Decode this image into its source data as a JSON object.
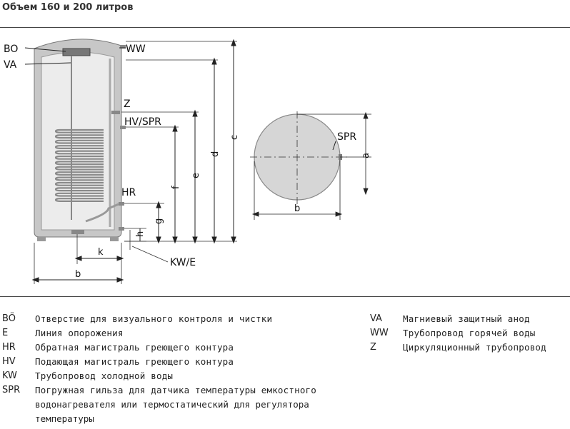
{
  "title": "Объем 160 и 200 литров",
  "labels": {
    "bo": "BO",
    "va": "VA",
    "ww": "WW",
    "z": "Z",
    "hvspr": "HV/SPR",
    "hr": "HR",
    "kwe": "KW/E",
    "spr": "SPR"
  },
  "dims": {
    "a": "a",
    "b_side": "b",
    "b_top": "b",
    "c": "c",
    "d": "d",
    "e": "e",
    "f": "f",
    "g": "g",
    "h": "h",
    "k": "k"
  },
  "legend_left": [
    {
      "code": "BÖ",
      "desc": "Отверстие для визуального контроля и чистки"
    },
    {
      "code": "E",
      "desc": "Линия опорожения"
    },
    {
      "code": "HR",
      "desc": "Обратная магистраль греющего контура"
    },
    {
      "code": "HV",
      "desc": "Подающая магистраль греющего контура"
    },
    {
      "code": "KW",
      "desc": "Трубопровод холодной воды"
    },
    {
      "code": "SPR",
      "desc": "Погружная гильза для датчика температуры емкостного"
    }
  ],
  "legend_left_cont": [
    "водонагревателя или термостатический для регулятора",
    "температуры"
  ],
  "legend_right": [
    {
      "code": "VA",
      "desc": "Магниевый защитный анод"
    },
    {
      "code": "WW",
      "desc": "Трубопровод горячей воды"
    },
    {
      "code": "Z",
      "desc": "Циркуляционный трубопровод"
    }
  ]
}
